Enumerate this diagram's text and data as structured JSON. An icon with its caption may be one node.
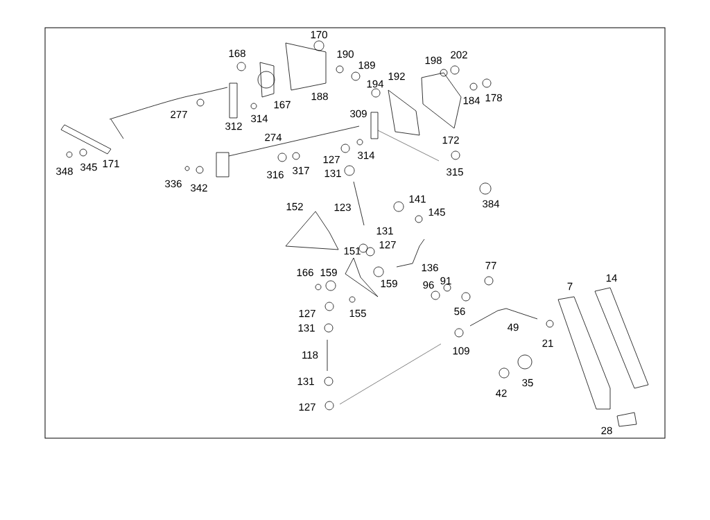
{
  "diagram": {
    "labels": [
      "170",
      "168",
      "190",
      "202",
      "198",
      "189",
      "192",
      "194",
      "188",
      "184",
      "178",
      "167",
      "277",
      "309",
      "314",
      "312",
      "274",
      "172",
      "127",
      "314",
      "348",
      "345",
      "171",
      "316",
      "317",
      "131",
      "315",
      "336",
      "342",
      "152",
      "123",
      "141",
      "145",
      "384",
      "131",
      "127",
      "151",
      "136",
      "77",
      "166",
      "159",
      "159",
      "96",
      "91",
      "7",
      "14",
      "127",
      "155",
      "56",
      "131",
      "49",
      "21",
      "109",
      "118",
      "131",
      "35",
      "42",
      "127",
      "28"
    ]
  }
}
